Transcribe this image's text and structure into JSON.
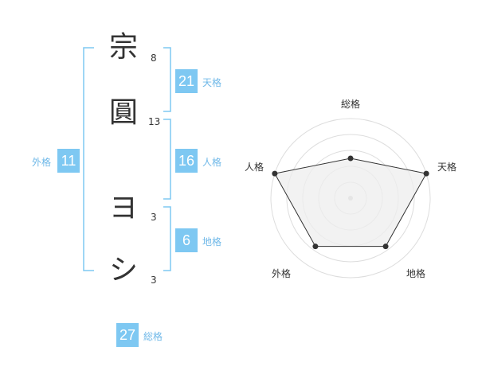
{
  "name": {
    "characters": [
      {
        "char": "宗",
        "strokes": "8"
      },
      {
        "char": "圓",
        "strokes": "13"
      },
      {
        "char": "ヨ",
        "strokes": "3"
      },
      {
        "char": "シ",
        "strokes": "3"
      }
    ]
  },
  "fortunes": {
    "tenkaku": {
      "value": "21",
      "label": "天格"
    },
    "jinkaku": {
      "value": "16",
      "label": "人格"
    },
    "chikaku": {
      "value": "6",
      "label": "地格"
    },
    "gaikaku": {
      "value": "11",
      "label": "外格"
    },
    "soukaku": {
      "value": "27",
      "label": "総格"
    }
  },
  "radar": {
    "axes": [
      "総格",
      "天格",
      "地格",
      "外格",
      "人格"
    ],
    "values": [
      0.5,
      1.0,
      0.75,
      0.75,
      1.0
    ],
    "max": 1.0,
    "grid_rings": 5,
    "colors": {
      "fill": "#eeeeee",
      "line": "#333333",
      "grid": "#dddddd"
    }
  },
  "colors": {
    "accent": "#7ec8f2",
    "bracket": "#7ec8f2"
  }
}
